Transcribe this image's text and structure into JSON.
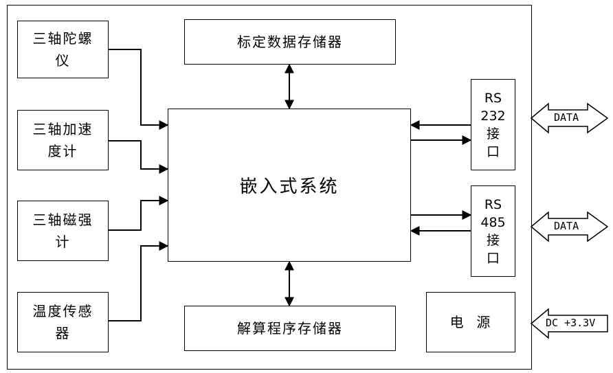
{
  "sensors": {
    "gyro": "三轴陀螺\n仪",
    "accel": "三轴加速\n度计",
    "mag": "三轴磁强\n计",
    "temp": "温度传感\n器"
  },
  "memory": {
    "calibration": "标定数据存储器",
    "solver": "解算程序存储器"
  },
  "core": {
    "label": "嵌入式系统"
  },
  "interfaces": {
    "rs232": "RS\n232\n接\n口",
    "rs485": "RS\n485\n接\n口"
  },
  "power": {
    "label": "电  源"
  },
  "external": {
    "data1": "DATA",
    "data2": "DATA",
    "dc": "DC +3.3V"
  }
}
